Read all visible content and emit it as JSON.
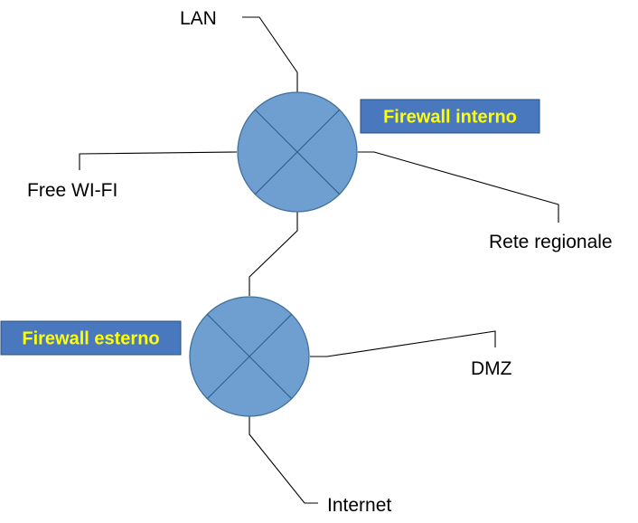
{
  "colors": {
    "router_fill": "#6f9fd0",
    "router_stroke": "#41719c",
    "badge_fill": "#4a78bf",
    "badge_text": "#ffff00",
    "line": "#000000"
  },
  "firewalls": {
    "internal": {
      "label": "Firewall interno",
      "icon": "router-crossed-circle-icon"
    },
    "external": {
      "label": "Firewall esterno",
      "icon": "router-crossed-circle-icon"
    }
  },
  "networks": {
    "lan": "LAN",
    "free_wifi": "Free WI-FI",
    "regional": "Rete regionale",
    "dmz": "DMZ",
    "internet": "Internet"
  }
}
